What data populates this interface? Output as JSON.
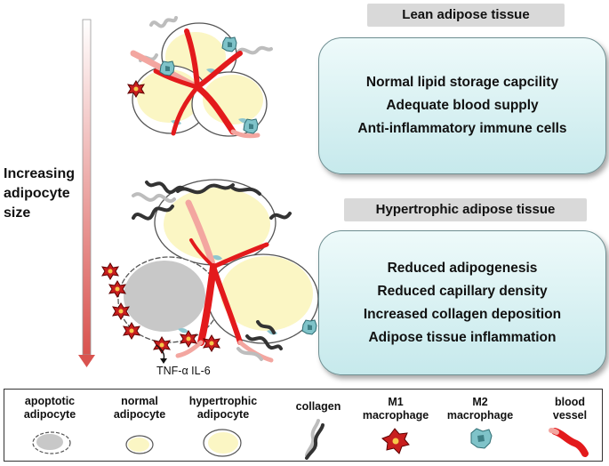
{
  "lean": {
    "title": "Lean adipose tissue",
    "points": [
      "Normal lipid storage capcility",
      "Adequate blood supply",
      "Anti-inflammatory immune cells"
    ]
  },
  "hypertrophic": {
    "title": "Hypertrophic adipose tissue",
    "points": [
      "Reduced adipogenesis",
      "Reduced capillary density",
      "Increased collagen deposition",
      "Adipose tissue inflammation"
    ]
  },
  "axis": {
    "label": "Increasing adipocyte size"
  },
  "cytokines": "TNF-α IL-6",
  "legend": [
    {
      "label": "apoptotic adipocyte",
      "icon": "apoptotic-adipocyte-icon"
    },
    {
      "label": "normal adipocyte",
      "icon": "normal-adipocyte-icon"
    },
    {
      "label": "hypertrophic adipocyte",
      "icon": "hypertrophic-adipocyte-icon"
    },
    {
      "label": "collagen",
      "icon": "collagen-icon"
    },
    {
      "label": "M1 macrophage",
      "icon": "m1-macrophage-icon"
    },
    {
      "label": "M2 macrophage",
      "icon": "m2-macrophage-icon"
    },
    {
      "label": "blood vessel",
      "icon": "blood-vessel-icon"
    }
  ],
  "colors": {
    "lipid": "#fbf6c4",
    "vessel": "#e31a1c",
    "m1": "#c81e1e",
    "m2": "#7fc3c9",
    "collagen_dark": "#333333",
    "collagen_light": "#bdbdbd",
    "apoptotic": "#c8c8c8"
  }
}
